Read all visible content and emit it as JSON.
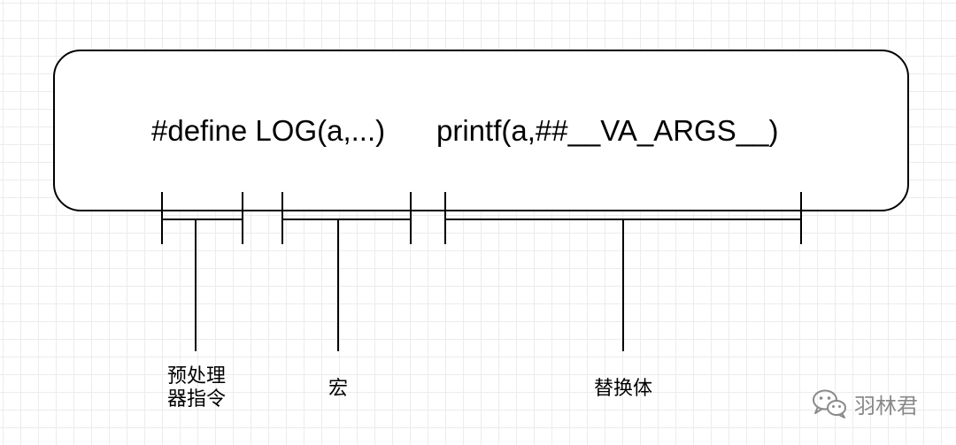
{
  "code": {
    "macro_head": "#define LOG(a,...)",
    "replacement": "printf(a,##__VA_ARGS__)"
  },
  "labels": {
    "directive": "预处理\n器指令",
    "macro": "宏",
    "body": "替换体"
  },
  "watermark": {
    "icon": "wechat-icon",
    "text": "羽林君"
  },
  "colors": {
    "stroke": "#000000",
    "grid": "#ececec",
    "watermark": "#8a8a8a"
  }
}
